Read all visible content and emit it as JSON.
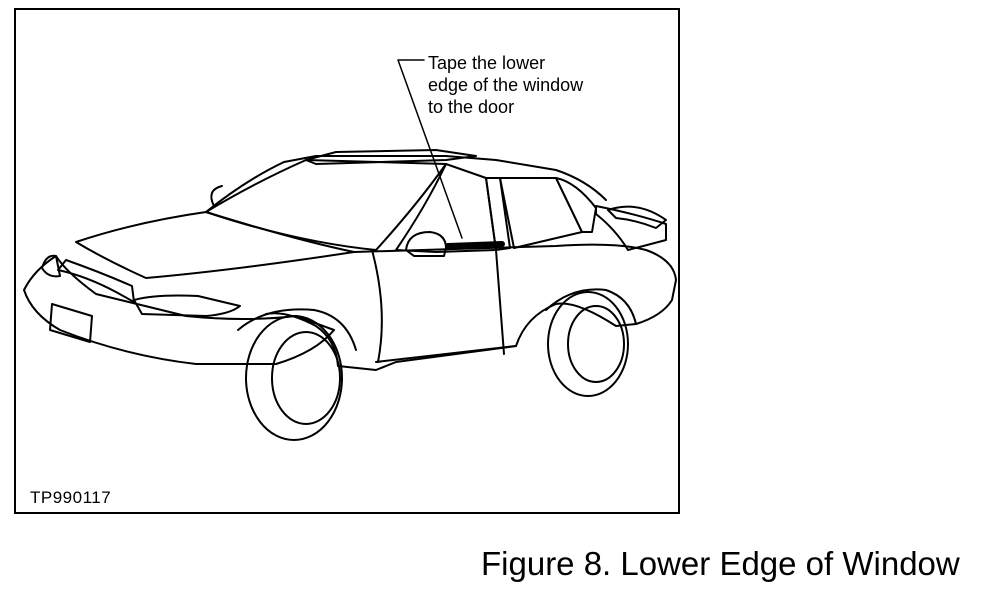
{
  "diagram": {
    "callout_lines": [
      "Tape the lower",
      "edge of the window",
      "to the door"
    ],
    "figure_id": "TP990117",
    "caption": "Figure 8. Lower Edge of Window"
  }
}
